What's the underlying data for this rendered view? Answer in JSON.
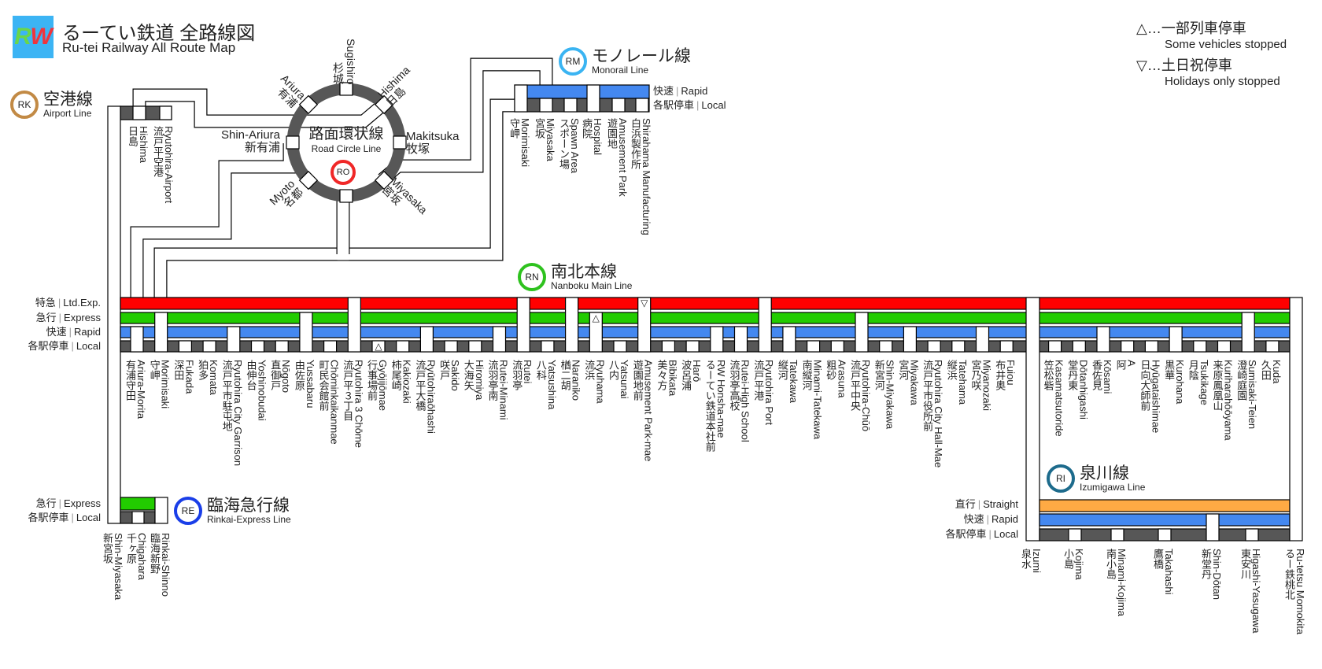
{
  "header": {
    "logo_r": "R",
    "logo_w": "W",
    "title_jp": "るーてい鉄道 全路線図",
    "title_en": "Ru-tei Railway All Route Map"
  },
  "legend": [
    {
      "jp": "△…一部列車停車",
      "en": "Some vehicles stopped"
    },
    {
      "jp": "▽…土日祝停車",
      "en": "Holidays only stopped"
    }
  ],
  "colors": {
    "ltd": "#ff0000",
    "express": "#22cc00",
    "rapid": "#4488f0",
    "local": "#575757",
    "straight": "#ffaa44"
  },
  "airport": {
    "code": "RK",
    "name_jp": "空港線",
    "name_en": "Airport Line",
    "color": "#c28a45",
    "stations": [
      {
        "jp": "日島",
        "en": "Hishima"
      },
      {
        "jp": "流戸平空港",
        "en": "Ryutohira-Airport"
      }
    ]
  },
  "circle": {
    "code": "RO",
    "name_jp": "路面環状線",
    "name_en": "Road Circle Line",
    "color": "#f02828",
    "stations": {
      "sugishiro": {
        "jp": "杉城",
        "en": "Sugishiro"
      },
      "ariura": {
        "jp": "有浦",
        "en": "Ariura"
      },
      "hishima": {
        "jp": "日島",
        "en": "Hishima"
      },
      "makitsuka": {
        "jp": "牧塚",
        "en": "Makitsuka"
      },
      "miyasaka": {
        "jp": "宮坂",
        "en": "Miyasaka"
      },
      "myoto": {
        "jp": "名都",
        "en": "Myoto"
      },
      "shinariura": {
        "jp": "新有浦",
        "en": "Shin-Ariura"
      }
    }
  },
  "monorail": {
    "code": "RM",
    "name_jp": "モノレール線",
    "name_en": "Monorail Line",
    "color": "#3ab4f2",
    "services": [
      {
        "jp": "快速",
        "en": "Rapid"
      },
      {
        "jp": "各駅停車",
        "en": "Local"
      }
    ],
    "stations": [
      {
        "jp": "守岬",
        "en": "Morimisaki",
        "level": 1
      },
      {
        "jp": "宮坂",
        "en": "Miyasaka",
        "level": 0
      },
      {
        "jp": "スポーン場",
        "en": "Spawn Area",
        "level": 0
      },
      {
        "jp": "病院",
        "en": "Hospital",
        "level": 1
      },
      {
        "jp": "遊園地",
        "en": "Amusement Park",
        "level": 0
      },
      {
        "jp": "白浜製作所",
        "en": "Shirahama Manufacturing",
        "level": 0
      }
    ]
  },
  "nanboku": {
    "code": "RN",
    "name_jp": "南北本線",
    "name_en": "Nanboku Main Line",
    "color": "#2ec21e",
    "services": [
      {
        "jp": "特急",
        "en": "Ltd.Exp."
      },
      {
        "jp": "急行",
        "en": "Express"
      },
      {
        "jp": "快速",
        "en": "Rapid"
      },
      {
        "jp": "各駅停車",
        "en": "Local"
      }
    ],
    "stations": [
      {
        "jp": "有浦守田",
        "en": "Ariura-Morita",
        "level": 1
      },
      {
        "jp": "守岬",
        "en": "Morimisaki",
        "level": 2
      },
      {
        "jp": "深田",
        "en": "Fukada",
        "level": 0
      },
      {
        "jp": "狛多",
        "en": "Komata",
        "level": 0
      },
      {
        "jp": "流戸平市駐屯地",
        "en": "Ryutohira City Garrison",
        "level": 1
      },
      {
        "jp": "由伸台",
        "en": "Yoshinobudai",
        "level": 0
      },
      {
        "jp": "直御戸",
        "en": "Nōgoto",
        "level": 0
      },
      {
        "jp": "由佐原",
        "en": "Yussabaru",
        "level": 2
      },
      {
        "jp": "町民会館前",
        "en": "Chōminkaikanmae",
        "level": 0
      },
      {
        "jp": "流戸平３丁目",
        "en": "Ryutohira 3 Chōme",
        "level": 3
      },
      {
        "jp": "行事場前",
        "en": "Gyōjijōmae",
        "level": 0,
        "mark": "△",
        "mark_row": 0
      },
      {
        "jp": "柿尾崎",
        "en": "Kakiozaki",
        "level": 0
      },
      {
        "jp": "流戸平大橋",
        "en": "Ryūtohiraōhashi",
        "level": 1
      },
      {
        "jp": "咲戸",
        "en": "Sakido",
        "level": 0
      },
      {
        "jp": "大海矢",
        "en": "Hiromiya",
        "level": 0
      },
      {
        "jp": "流羽亭南",
        "en": "Rutei-Minami",
        "level": 1
      },
      {
        "jp": "流羽亭",
        "en": "Rutei",
        "level": 3
      },
      {
        "jp": "八科",
        "en": "Yatsushina",
        "level": 0
      },
      {
        "jp": "楢二胡",
        "en": "Naraniko",
        "level": 3
      },
      {
        "jp": "流浜",
        "en": "Ryuhama",
        "level": 2,
        "mark": "△",
        "mark_row": 2
      },
      {
        "jp": "八内",
        "en": "Yatsunai",
        "level": 0
      },
      {
        "jp": "遊園地前",
        "en": "Amusement Park-mae",
        "level": 3,
        "mark": "▽",
        "mark_row": 3
      },
      {
        "jp": "美々方",
        "en": "Bibikata",
        "level": 0
      },
      {
        "jp": "波呂浦",
        "en": "Harō",
        "level": 0
      },
      {
        "jp": "るーてい鉄道本社前",
        "en": "RW Honsha-mae",
        "level": 1
      },
      {
        "jp": "流羽亭高校",
        "en": "Rutei-High School",
        "level": 1
      },
      {
        "jp": "流戸平港",
        "en": "Ryutohira Port",
        "level": 3
      },
      {
        "jp": "縦河",
        "en": "Tatekawa",
        "level": 1
      },
      {
        "jp": "南縦河",
        "en": "Minami-Tatekawa",
        "level": 0
      },
      {
        "jp": "粗砂",
        "en": "Arasuna",
        "level": 0
      },
      {
        "jp": "流戸平中央",
        "en": "Ryutohira-Chūō",
        "level": 2
      },
      {
        "jp": "新宮河",
        "en": "Shin-Miyakawa",
        "level": 0
      },
      {
        "jp": "宮河",
        "en": "Miyakawa",
        "level": 1
      },
      {
        "jp": "流戸平市役所前",
        "en": "Ryutohira City Hall-Mae",
        "level": 0
      },
      {
        "jp": "縦浜",
        "en": "Tatehama",
        "level": 0
      },
      {
        "jp": "宮乃咲",
        "en": "Miyanozaki",
        "level": 1
      },
      {
        "jp": "布井奥",
        "en": "Fuiou",
        "level": 0
      },
      {
        "jp": "笠松砦",
        "en": "Kasamatsutoride",
        "level": 0
      },
      {
        "jp": "堂丹東",
        "en": "Dōtanhigashi",
        "level": 0
      },
      {
        "jp": "香佐見",
        "en": "Kōsami",
        "level": 1
      },
      {
        "jp": "阿",
        "en": "A",
        "level": 0
      },
      {
        "jp": "日向大師前",
        "en": "Hyūgataishimae",
        "level": 0
      },
      {
        "jp": "黒華",
        "en": "Kurohana",
        "level": 1
      },
      {
        "jp": "月陰",
        "en": "Tsukikage",
        "level": 0
      },
      {
        "jp": "来原鳳凰山",
        "en": "Kuriharahōōyama",
        "level": 0
      },
      {
        "jp": "澄崎庭園",
        "en": "Sumisaki-Teien",
        "level": 2
      },
      {
        "jp": "久田",
        "en": "Kuda",
        "level": 0
      }
    ]
  },
  "rinkai": {
    "code": "RE",
    "name_jp": "臨海急行線",
    "name_en": "Rinkai-Express Line",
    "color": "#1a3ee8",
    "services": [
      {
        "jp": "急行",
        "en": "Express"
      },
      {
        "jp": "各駅停車",
        "en": "Local"
      }
    ],
    "stations": [
      {
        "jp": "新宮坂",
        "en": "Shin-Miyasaka"
      },
      {
        "jp": "千ヶ原",
        "en": "Chigahara"
      },
      {
        "jp": "臨海新野",
        "en": "Rinkai-Shinno"
      }
    ]
  },
  "izumigawa": {
    "code": "RI",
    "name_jp": "泉川線",
    "name_en": "Izumigawa Line",
    "color": "#1d6b8c",
    "services": [
      {
        "jp": "直行",
        "en": "Straight"
      },
      {
        "jp": "快速",
        "en": "Rapid"
      },
      {
        "jp": "各駅停車",
        "en": "Local"
      }
    ],
    "stations": [
      {
        "jp": "泉水",
        "en": "Izumi",
        "level": 2
      },
      {
        "jp": "小島",
        "en": "Kojima",
        "level": 0
      },
      {
        "jp": "南小島",
        "en": "Minami-Kojima",
        "level": 0
      },
      {
        "jp": "鷹橋",
        "en": "Takahashi",
        "level": 0
      },
      {
        "jp": "新堂丹",
        "en": "Shin-Dōtan",
        "level": 1
      },
      {
        "jp": "東安川",
        "en": "Higashi-Yasugawa",
        "level": 0
      },
      {
        "jp": "るー鉄桃北",
        "en": "Ru-tetsu Momokita",
        "level": 2
      }
    ]
  }
}
